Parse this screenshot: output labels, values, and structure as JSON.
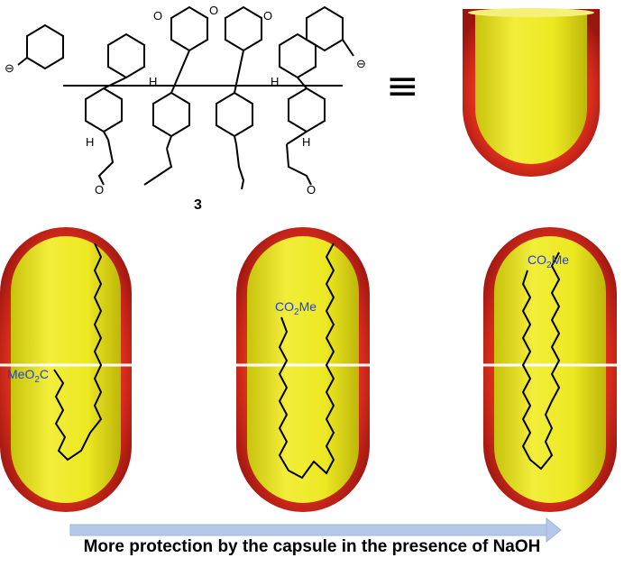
{
  "compound": {
    "label": "3",
    "oxygen": "O",
    "hydrogen": "H",
    "anion_charge": "⊖"
  },
  "equivalence_symbol": "≡",
  "capsules": [
    {
      "ester_label": {
        "prefix": "MeO",
        "sub": "2",
        "suffix": "C"
      }
    },
    {
      "ester_label": {
        "prefix": "CO",
        "sub": "2",
        "suffix": "Me"
      }
    },
    {
      "ester_label": {
        "prefix": "CO",
        "sub": "2",
        "suffix": "Me"
      }
    }
  ],
  "arrow": {
    "color": "#b4c8e8"
  },
  "caption": "More protection by the capsule in the presence of NaOH",
  "colors": {
    "shell": "#d42a1e",
    "interior": "#e6e21a"
  }
}
